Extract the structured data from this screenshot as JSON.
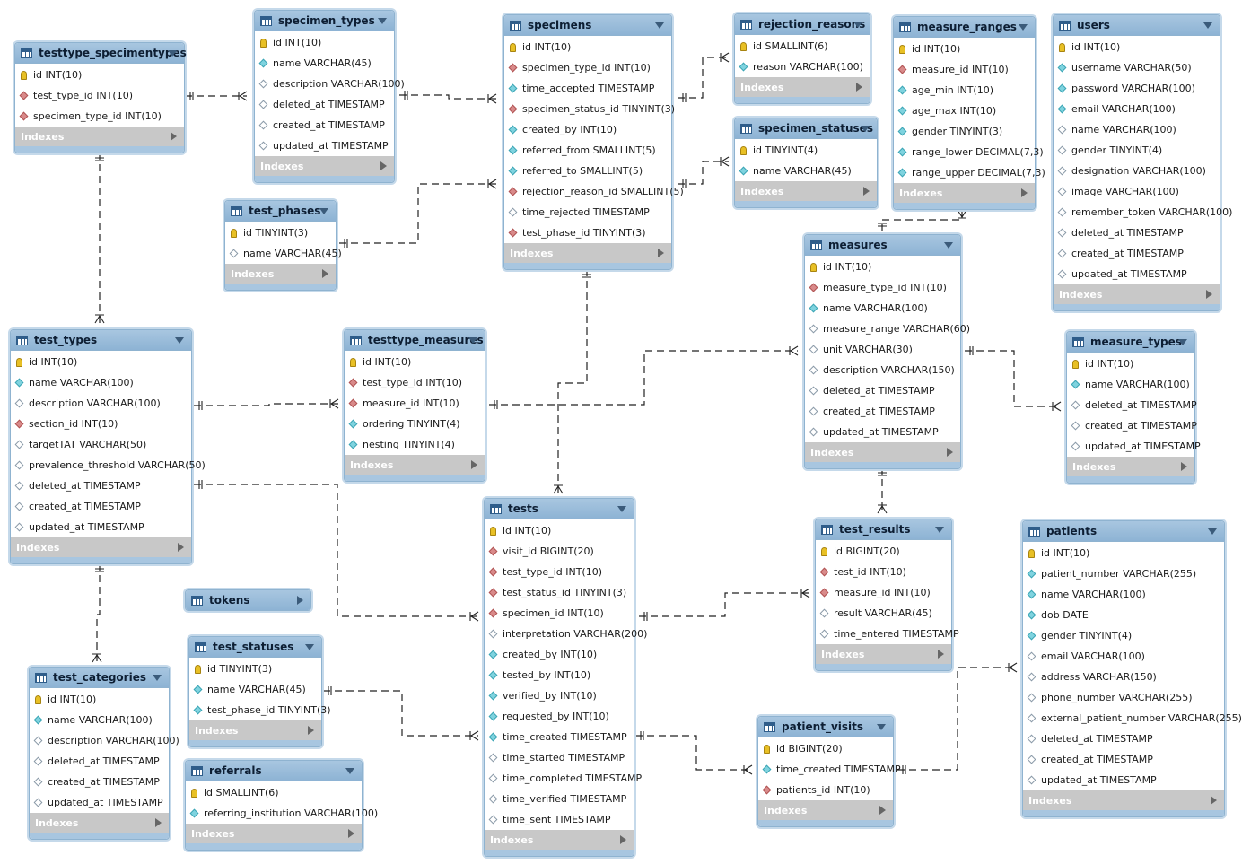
{
  "tables": {
    "testtype_specimentypes": {
      "name": "testtype_specimentypes",
      "columns": [
        {
          "icon": "key",
          "text": "id INT(10)"
        },
        {
          "icon": "fk",
          "text": "test_type_id INT(10)"
        },
        {
          "icon": "fk",
          "text": "specimen_type_id INT(10)"
        }
      ],
      "indexes": "Indexes"
    },
    "specimen_types": {
      "name": "specimen_types",
      "columns": [
        {
          "icon": "key",
          "text": "id INT(10)"
        },
        {
          "icon": "nn",
          "text": "name VARCHAR(45)"
        },
        {
          "icon": "nul",
          "text": "description VARCHAR(100)"
        },
        {
          "icon": "nul",
          "text": "deleted_at TIMESTAMP"
        },
        {
          "icon": "nul",
          "text": "created_at TIMESTAMP"
        },
        {
          "icon": "nul",
          "text": "updated_at TIMESTAMP"
        }
      ],
      "indexes": "Indexes"
    },
    "specimens": {
      "name": "specimens",
      "columns": [
        {
          "icon": "key",
          "text": "id INT(10)"
        },
        {
          "icon": "fk",
          "text": "specimen_type_id INT(10)"
        },
        {
          "icon": "nn",
          "text": "time_accepted TIMESTAMP"
        },
        {
          "icon": "fk",
          "text": "specimen_status_id TINYINT(3)"
        },
        {
          "icon": "nn",
          "text": "created_by INT(10)"
        },
        {
          "icon": "nn",
          "text": "referred_from SMALLINT(5)"
        },
        {
          "icon": "nn",
          "text": "referred_to SMALLINT(5)"
        },
        {
          "icon": "fk",
          "text": "rejection_reason_id SMALLINT(5)"
        },
        {
          "icon": "nul",
          "text": "time_rejected TIMESTAMP"
        },
        {
          "icon": "fk",
          "text": "test_phase_id TINYINT(3)"
        }
      ],
      "indexes": "Indexes"
    },
    "rejection_reasons": {
      "name": "rejection_reasons",
      "columns": [
        {
          "icon": "key",
          "text": "id SMALLINT(6)"
        },
        {
          "icon": "nn",
          "text": "reason VARCHAR(100)"
        }
      ],
      "indexes": "Indexes"
    },
    "measure_ranges": {
      "name": "measure_ranges",
      "columns": [
        {
          "icon": "key",
          "text": "id INT(10)"
        },
        {
          "icon": "fk",
          "text": "measure_id INT(10)"
        },
        {
          "icon": "nn",
          "text": "age_min INT(10)"
        },
        {
          "icon": "nn",
          "text": "age_max INT(10)"
        },
        {
          "icon": "nn",
          "text": "gender TINYINT(3)"
        },
        {
          "icon": "nn",
          "text": "range_lower DECIMAL(7,3)"
        },
        {
          "icon": "nn",
          "text": "range_upper DECIMAL(7,3)"
        }
      ],
      "indexes": "Indexes"
    },
    "users": {
      "name": "users",
      "columns": [
        {
          "icon": "key",
          "text": "id INT(10)"
        },
        {
          "icon": "nn",
          "text": "username VARCHAR(50)"
        },
        {
          "icon": "nn",
          "text": "password VARCHAR(100)"
        },
        {
          "icon": "nn",
          "text": "email VARCHAR(100)"
        },
        {
          "icon": "nul",
          "text": "name VARCHAR(100)"
        },
        {
          "icon": "nul",
          "text": "gender TINYINT(4)"
        },
        {
          "icon": "nul",
          "text": "designation VARCHAR(100)"
        },
        {
          "icon": "nul",
          "text": "image VARCHAR(100)"
        },
        {
          "icon": "nul",
          "text": "remember_token VARCHAR(100)"
        },
        {
          "icon": "nul",
          "text": "deleted_at TIMESTAMP"
        },
        {
          "icon": "nul",
          "text": "created_at TIMESTAMP"
        },
        {
          "icon": "nul",
          "text": "updated_at TIMESTAMP"
        }
      ],
      "indexes": "Indexes"
    },
    "specimen_statuses": {
      "name": "specimen_statuses",
      "columns": [
        {
          "icon": "key",
          "text": "id TINYINT(4)"
        },
        {
          "icon": "nn",
          "text": "name VARCHAR(45)"
        }
      ],
      "indexes": "Indexes"
    },
    "test_phases": {
      "name": "test_phases",
      "columns": [
        {
          "icon": "key",
          "text": "id TINYINT(3)"
        },
        {
          "icon": "nul",
          "text": "name VARCHAR(45)"
        }
      ],
      "indexes": "Indexes"
    },
    "measures": {
      "name": "measures",
      "columns": [
        {
          "icon": "key",
          "text": "id INT(10)"
        },
        {
          "icon": "fk",
          "text": "measure_type_id INT(10)"
        },
        {
          "icon": "nn",
          "text": "name VARCHAR(100)"
        },
        {
          "icon": "nul",
          "text": "measure_range VARCHAR(60)"
        },
        {
          "icon": "nul",
          "text": "unit VARCHAR(30)"
        },
        {
          "icon": "nul",
          "text": "description VARCHAR(150)"
        },
        {
          "icon": "nul",
          "text": "deleted_at TIMESTAMP"
        },
        {
          "icon": "nul",
          "text": "created_at TIMESTAMP"
        },
        {
          "icon": "nul",
          "text": "updated_at TIMESTAMP"
        }
      ],
      "indexes": "Indexes"
    },
    "test_types": {
      "name": "test_types",
      "columns": [
        {
          "icon": "key",
          "text": "id INT(10)"
        },
        {
          "icon": "nn",
          "text": "name VARCHAR(100)"
        },
        {
          "icon": "nul",
          "text": "description VARCHAR(100)"
        },
        {
          "icon": "fk",
          "text": "section_id INT(10)"
        },
        {
          "icon": "nul",
          "text": "targetTAT VARCHAR(50)"
        },
        {
          "icon": "nul",
          "text": "prevalence_threshold VARCHAR(50)"
        },
        {
          "icon": "nul",
          "text": "deleted_at TIMESTAMP"
        },
        {
          "icon": "nul",
          "text": "created_at TIMESTAMP"
        },
        {
          "icon": "nul",
          "text": "updated_at TIMESTAMP"
        }
      ],
      "indexes": "Indexes"
    },
    "testtype_measures": {
      "name": "testtype_measures",
      "columns": [
        {
          "icon": "key",
          "text": "id INT(10)"
        },
        {
          "icon": "fk",
          "text": "test_type_id INT(10)"
        },
        {
          "icon": "fk",
          "text": "measure_id INT(10)"
        },
        {
          "icon": "nn",
          "text": "ordering TINYINT(4)"
        },
        {
          "icon": "nn",
          "text": "nesting TINYINT(4)"
        }
      ],
      "indexes": "Indexes"
    },
    "measure_types": {
      "name": "measure_types",
      "columns": [
        {
          "icon": "key",
          "text": "id INT(10)"
        },
        {
          "icon": "nn",
          "text": "name VARCHAR(100)"
        },
        {
          "icon": "nul",
          "text": "deleted_at TIMESTAMP"
        },
        {
          "icon": "nul",
          "text": "created_at TIMESTAMP"
        },
        {
          "icon": "nul",
          "text": "updated_at TIMESTAMP"
        }
      ],
      "indexes": "Indexes"
    },
    "tests": {
      "name": "tests",
      "columns": [
        {
          "icon": "key",
          "text": "id INT(10)"
        },
        {
          "icon": "fk",
          "text": "visit_id BIGINT(20)"
        },
        {
          "icon": "fk",
          "text": "test_type_id INT(10)"
        },
        {
          "icon": "fk",
          "text": "test_status_id TINYINT(3)"
        },
        {
          "icon": "fk",
          "text": "specimen_id INT(10)"
        },
        {
          "icon": "nul",
          "text": "interpretation VARCHAR(200)"
        },
        {
          "icon": "nn",
          "text": "created_by INT(10)"
        },
        {
          "icon": "nn",
          "text": "tested_by INT(10)"
        },
        {
          "icon": "nn",
          "text": "verified_by INT(10)"
        },
        {
          "icon": "nn",
          "text": "requested_by INT(10)"
        },
        {
          "icon": "nn",
          "text": "time_created TIMESTAMP"
        },
        {
          "icon": "nul",
          "text": "time_started TIMESTAMP"
        },
        {
          "icon": "nul",
          "text": "time_completed TIMESTAMP"
        },
        {
          "icon": "nul",
          "text": "time_verified TIMESTAMP"
        },
        {
          "icon": "nul",
          "text": "time_sent TIMESTAMP"
        }
      ],
      "indexes": "Indexes"
    },
    "test_results": {
      "name": "test_results",
      "columns": [
        {
          "icon": "key",
          "text": "id BIGINT(20)"
        },
        {
          "icon": "fk",
          "text": "test_id INT(10)"
        },
        {
          "icon": "fk",
          "text": "measure_id INT(10)"
        },
        {
          "icon": "nul",
          "text": "result VARCHAR(45)"
        },
        {
          "icon": "nul",
          "text": "time_entered TIMESTAMP"
        }
      ],
      "indexes": "Indexes"
    },
    "patients": {
      "name": "patients",
      "columns": [
        {
          "icon": "key",
          "text": "id INT(10)"
        },
        {
          "icon": "nn",
          "text": "patient_number VARCHAR(255)"
        },
        {
          "icon": "nn",
          "text": "name VARCHAR(100)"
        },
        {
          "icon": "nn",
          "text": "dob DATE"
        },
        {
          "icon": "nn",
          "text": "gender TINYINT(4)"
        },
        {
          "icon": "nul",
          "text": "email VARCHAR(100)"
        },
        {
          "icon": "nul",
          "text": "address VARCHAR(150)"
        },
        {
          "icon": "nul",
          "text": "phone_number VARCHAR(255)"
        },
        {
          "icon": "nul",
          "text": "external_patient_number VARCHAR(255)"
        },
        {
          "icon": "nul",
          "text": "deleted_at TIMESTAMP"
        },
        {
          "icon": "nul",
          "text": "created_at TIMESTAMP"
        },
        {
          "icon": "nul",
          "text": "updated_at TIMESTAMP"
        }
      ],
      "indexes": "Indexes"
    },
    "test_categories": {
      "name": "test_categories",
      "columns": [
        {
          "icon": "key",
          "text": "id INT(10)"
        },
        {
          "icon": "nn",
          "text": "name VARCHAR(100)"
        },
        {
          "icon": "nul",
          "text": "description VARCHAR(100)"
        },
        {
          "icon": "nul",
          "text": "deleted_at TIMESTAMP"
        },
        {
          "icon": "nul",
          "text": "created_at TIMESTAMP"
        },
        {
          "icon": "nul",
          "text": "updated_at TIMESTAMP"
        }
      ],
      "indexes": "Indexes"
    },
    "tokens": {
      "name": "tokens",
      "collapsed": true
    },
    "test_statuses": {
      "name": "test_statuses",
      "columns": [
        {
          "icon": "key",
          "text": "id TINYINT(3)"
        },
        {
          "icon": "nn",
          "text": "name VARCHAR(45)"
        },
        {
          "icon": "nn",
          "text": "test_phase_id TINYINT(3)"
        }
      ],
      "indexes": "Indexes"
    },
    "referrals": {
      "name": "referrals",
      "columns": [
        {
          "icon": "key",
          "text": "id SMALLINT(6)"
        },
        {
          "icon": "nn",
          "text": "referring_institution VARCHAR(100)"
        }
      ],
      "indexes": "Indexes"
    },
    "patient_visits": {
      "name": "patient_visits",
      "columns": [
        {
          "icon": "key",
          "text": "id BIGINT(20)"
        },
        {
          "icon": "nn",
          "text": "time_created TIMESTAMP"
        },
        {
          "icon": "fk",
          "text": "patients_id INT(10)"
        }
      ],
      "indexes": "Indexes"
    }
  },
  "colors": {
    "header": "#94b9d9",
    "border": "#8fb3d0",
    "indexes_bar": "#c8c8c8",
    "line": "#222222"
  }
}
